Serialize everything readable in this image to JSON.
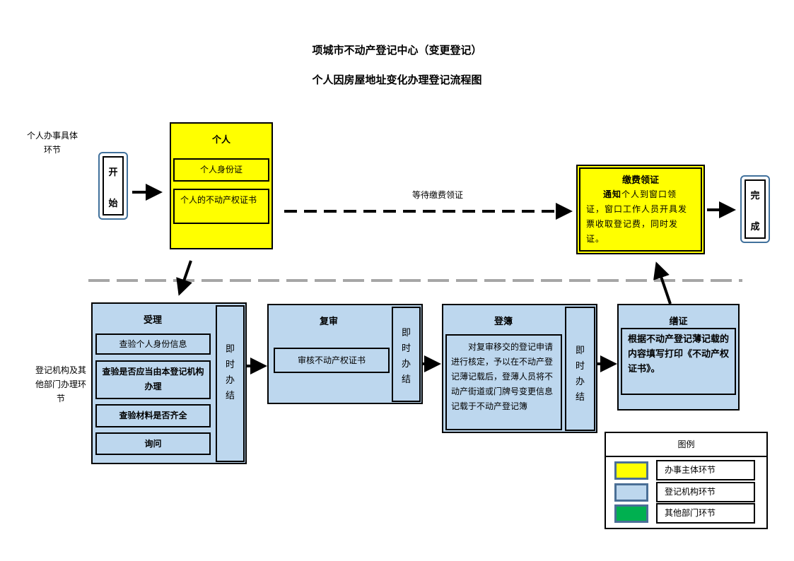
{
  "header": {
    "title": "项城市不动产登记中心（变更登记）",
    "subtitle": "个人因房屋地址变化办理登记流程图"
  },
  "lanes": {
    "personal": "个人办事具体环节",
    "agency": "登记机构及其他部门办理环节"
  },
  "start": {
    "label_1": "开",
    "label_2": "始"
  },
  "end": {
    "label_1": "完",
    "label_2": "成"
  },
  "personal_box": {
    "title": "个人",
    "items": [
      "个人身份证",
      "个人的不动产权证书"
    ]
  },
  "wait_label": "等待缴费领证",
  "payment_box": {
    "title": "缴费领证",
    "lead": "通知",
    "text": "个人到窗口领证，窗口工作人员开具发票收取登记费，同时发证。"
  },
  "stages": [
    {
      "title": "受理",
      "items": [
        "查验个人身份信息",
        "查验是否应当由本登记机构办理",
        "查验材料是否齐全",
        "询问"
      ],
      "side": "即时办结"
    },
    {
      "title": "复审",
      "items": [
        "审核不动产权证书"
      ],
      "side": "即时办结"
    },
    {
      "title": "登簿",
      "items": [
        "对复审移交的登记申请进行核定，予以在不动产登记薄记载后，登薄人员将不动产街道或门牌号变更信息记载于不动产登记簿"
      ],
      "side": "即时办结"
    },
    {
      "title": "缮证",
      "items": [
        "根据不动产登记薄记载的内容填写打印《不动产权证书》。"
      ]
    }
  ],
  "legend": {
    "title": "图例",
    "items": [
      {
        "label": "办事主体环节",
        "color": "#ffff00"
      },
      {
        "label": "登记机构环节",
        "color": "#bdd7ee"
      },
      {
        "label": "其他部门环节",
        "color": "#00b050"
      }
    ]
  }
}
